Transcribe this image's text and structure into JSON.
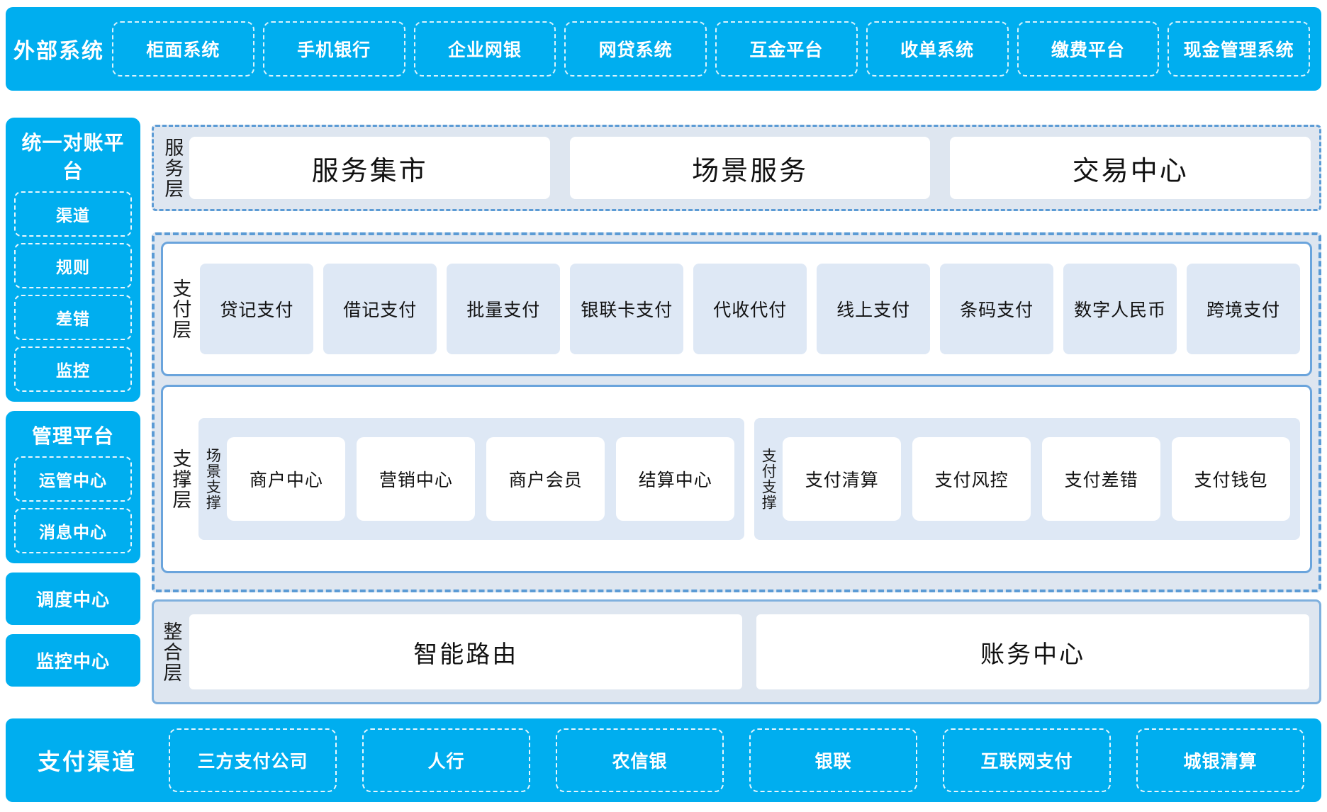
{
  "colors": {
    "brand_blue": "#00AEEF",
    "panel_bg": "#DEE6F0",
    "card_blue": "#DEE8F5",
    "border_blue": "#5B9BD5"
  },
  "top_bar": {
    "title": "外部系统",
    "items": [
      "柜面系统",
      "手机银行",
      "企业网银",
      "网贷系统",
      "互金平台",
      "收单系统",
      "缴费平台",
      "现金管理系统"
    ]
  },
  "rail": {
    "reconciliation": {
      "title": "统一对账平台",
      "items": [
        "渠道",
        "规则",
        "差错",
        "监控"
      ]
    },
    "management": {
      "title": "管理平台",
      "items": [
        "运管中心",
        "消息中心"
      ]
    },
    "standalone": [
      "调度中心",
      "监控中心"
    ]
  },
  "service_layer": {
    "label": "服务层",
    "cards": [
      "服务集市",
      "场景服务",
      "交易中心"
    ]
  },
  "payment_layer": {
    "label": "支付层",
    "items": [
      "贷记支付",
      "借记支付",
      "批量支付",
      "银联卡支付",
      "代收代付",
      "线上支付",
      "条码支付",
      "数字人民币",
      "跨境支付"
    ]
  },
  "support_layer": {
    "label": "支撑层",
    "groups": [
      {
        "label": "场景支撑",
        "cards": [
          "商户中心",
          "营销中心",
          "商户会员",
          "结算中心"
        ]
      },
      {
        "label": "支付支撑",
        "cards": [
          "支付清算",
          "支付风控",
          "支付差错",
          "支付钱包"
        ]
      }
    ]
  },
  "integration_layer": {
    "label": "整合层",
    "cards": [
      "智能路由",
      "账务中心"
    ]
  },
  "bottom_bar": {
    "title": "支付渠道",
    "items": [
      "三方支付公司",
      "人行",
      "农信银",
      "银联",
      "互联网支付",
      "城银清算"
    ]
  }
}
